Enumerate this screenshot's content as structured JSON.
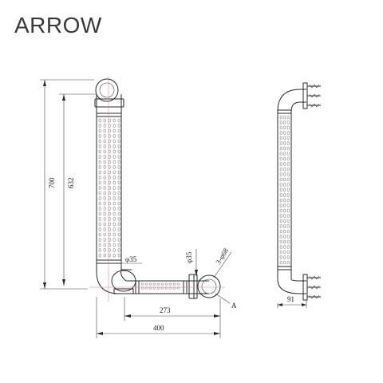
{
  "brand": {
    "name": "ARROW"
  },
  "front_view": {
    "dimensions": {
      "overall_height": "700",
      "inner_height": "632",
      "overall_width": "400",
      "inner_width": "273",
      "tube_diameter_1": "φ35",
      "tube_diameter_2": "φ35",
      "flange": "3-φ68",
      "detail_label": "A"
    }
  },
  "side_view": {
    "dimensions": {
      "projection": "91"
    }
  },
  "colors": {
    "line": "#2a2a2a",
    "centerline": "#d08080",
    "text": "#222222"
  }
}
